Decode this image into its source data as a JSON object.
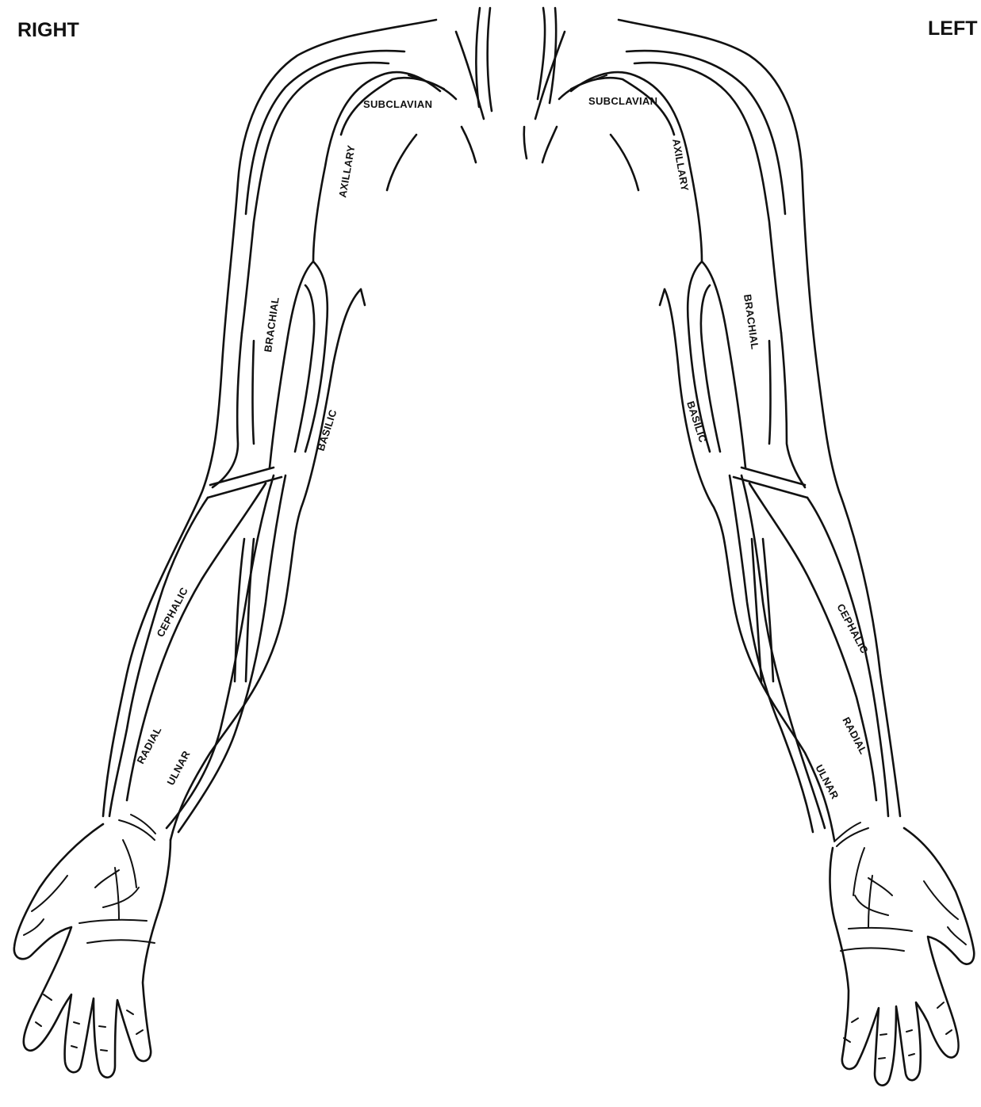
{
  "sides": {
    "right": "RIGHT",
    "left": "LEFT"
  },
  "veins": {
    "subclavian": "SUBCLAVIAN",
    "axillary": "AXILLARY",
    "brachial": "BRACHIAL",
    "basilic": "BASILIC",
    "cephalic": "CEPHALIC",
    "radial": "RADIAL",
    "ulnar": "ULNAR"
  },
  "colors": {
    "ink": "#111111",
    "background": "#ffffff"
  }
}
